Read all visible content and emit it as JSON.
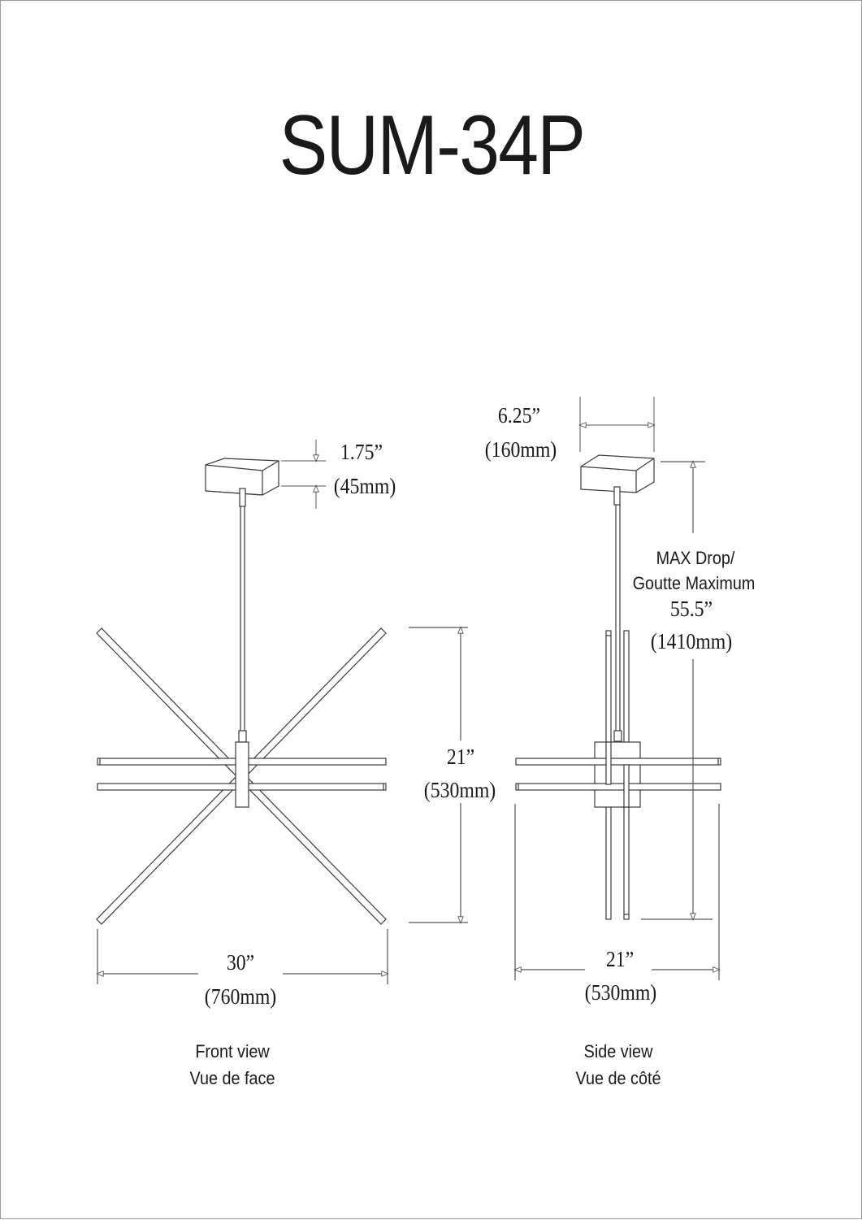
{
  "title": "SUM-34P",
  "front_view": {
    "canopy_height": {
      "imperial": "1.75”",
      "metric": "(45mm)"
    },
    "height": {
      "imperial": "21”",
      "metric": "(530mm)"
    },
    "width": {
      "imperial": "30”",
      "metric": "(760mm)"
    },
    "caption_en": "Front view",
    "caption_fr": "Vue de face"
  },
  "side_view": {
    "canopy_width": {
      "imperial": "6.25”",
      "metric": "(160mm)"
    },
    "max_drop": {
      "label_en": "MAX Drop/",
      "label_fr": "Goutte Maximum",
      "imperial": "55.5”",
      "metric": "(1410mm)"
    },
    "width": {
      "imperial": "21”",
      "metric": "(530mm)"
    },
    "caption_en": "Side view",
    "caption_fr": "Vue de côté"
  },
  "colors": {
    "line": "#3a3a3a",
    "dim_line": "#555555",
    "text": "#1a1a1a",
    "border": "#9a9a9a"
  }
}
